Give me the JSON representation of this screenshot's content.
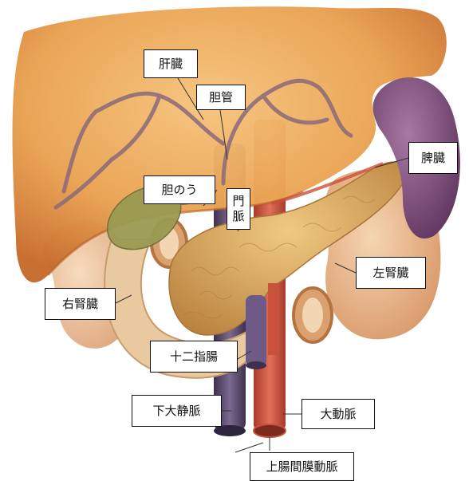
{
  "labels": {
    "liver": "肝臓",
    "bile_duct": "胆管",
    "spleen": "脾臓",
    "gallbladder": "胆のう",
    "portal_vein_1": "門",
    "portal_vein_2": "脈",
    "left_kidney": "左腎臓",
    "right_kidney": "右腎臓",
    "duodenum": "十二指腸",
    "ivc": "下大静脈",
    "aorta": "大動脈",
    "sma": "上腸間膜動脈"
  },
  "colors": {
    "liver": "#e9a14f",
    "liver_shadow": "#c66a2a",
    "spleen": "#7a4a78",
    "kidney": "#e8b98c",
    "pancreas": "#d9a85a",
    "gallbladder": "#9a9a52",
    "aorta": "#c9503a",
    "ivc": "#5c4a6e",
    "bile_duct": "#8a6a7a",
    "duodenum": "#e9c9a0"
  }
}
